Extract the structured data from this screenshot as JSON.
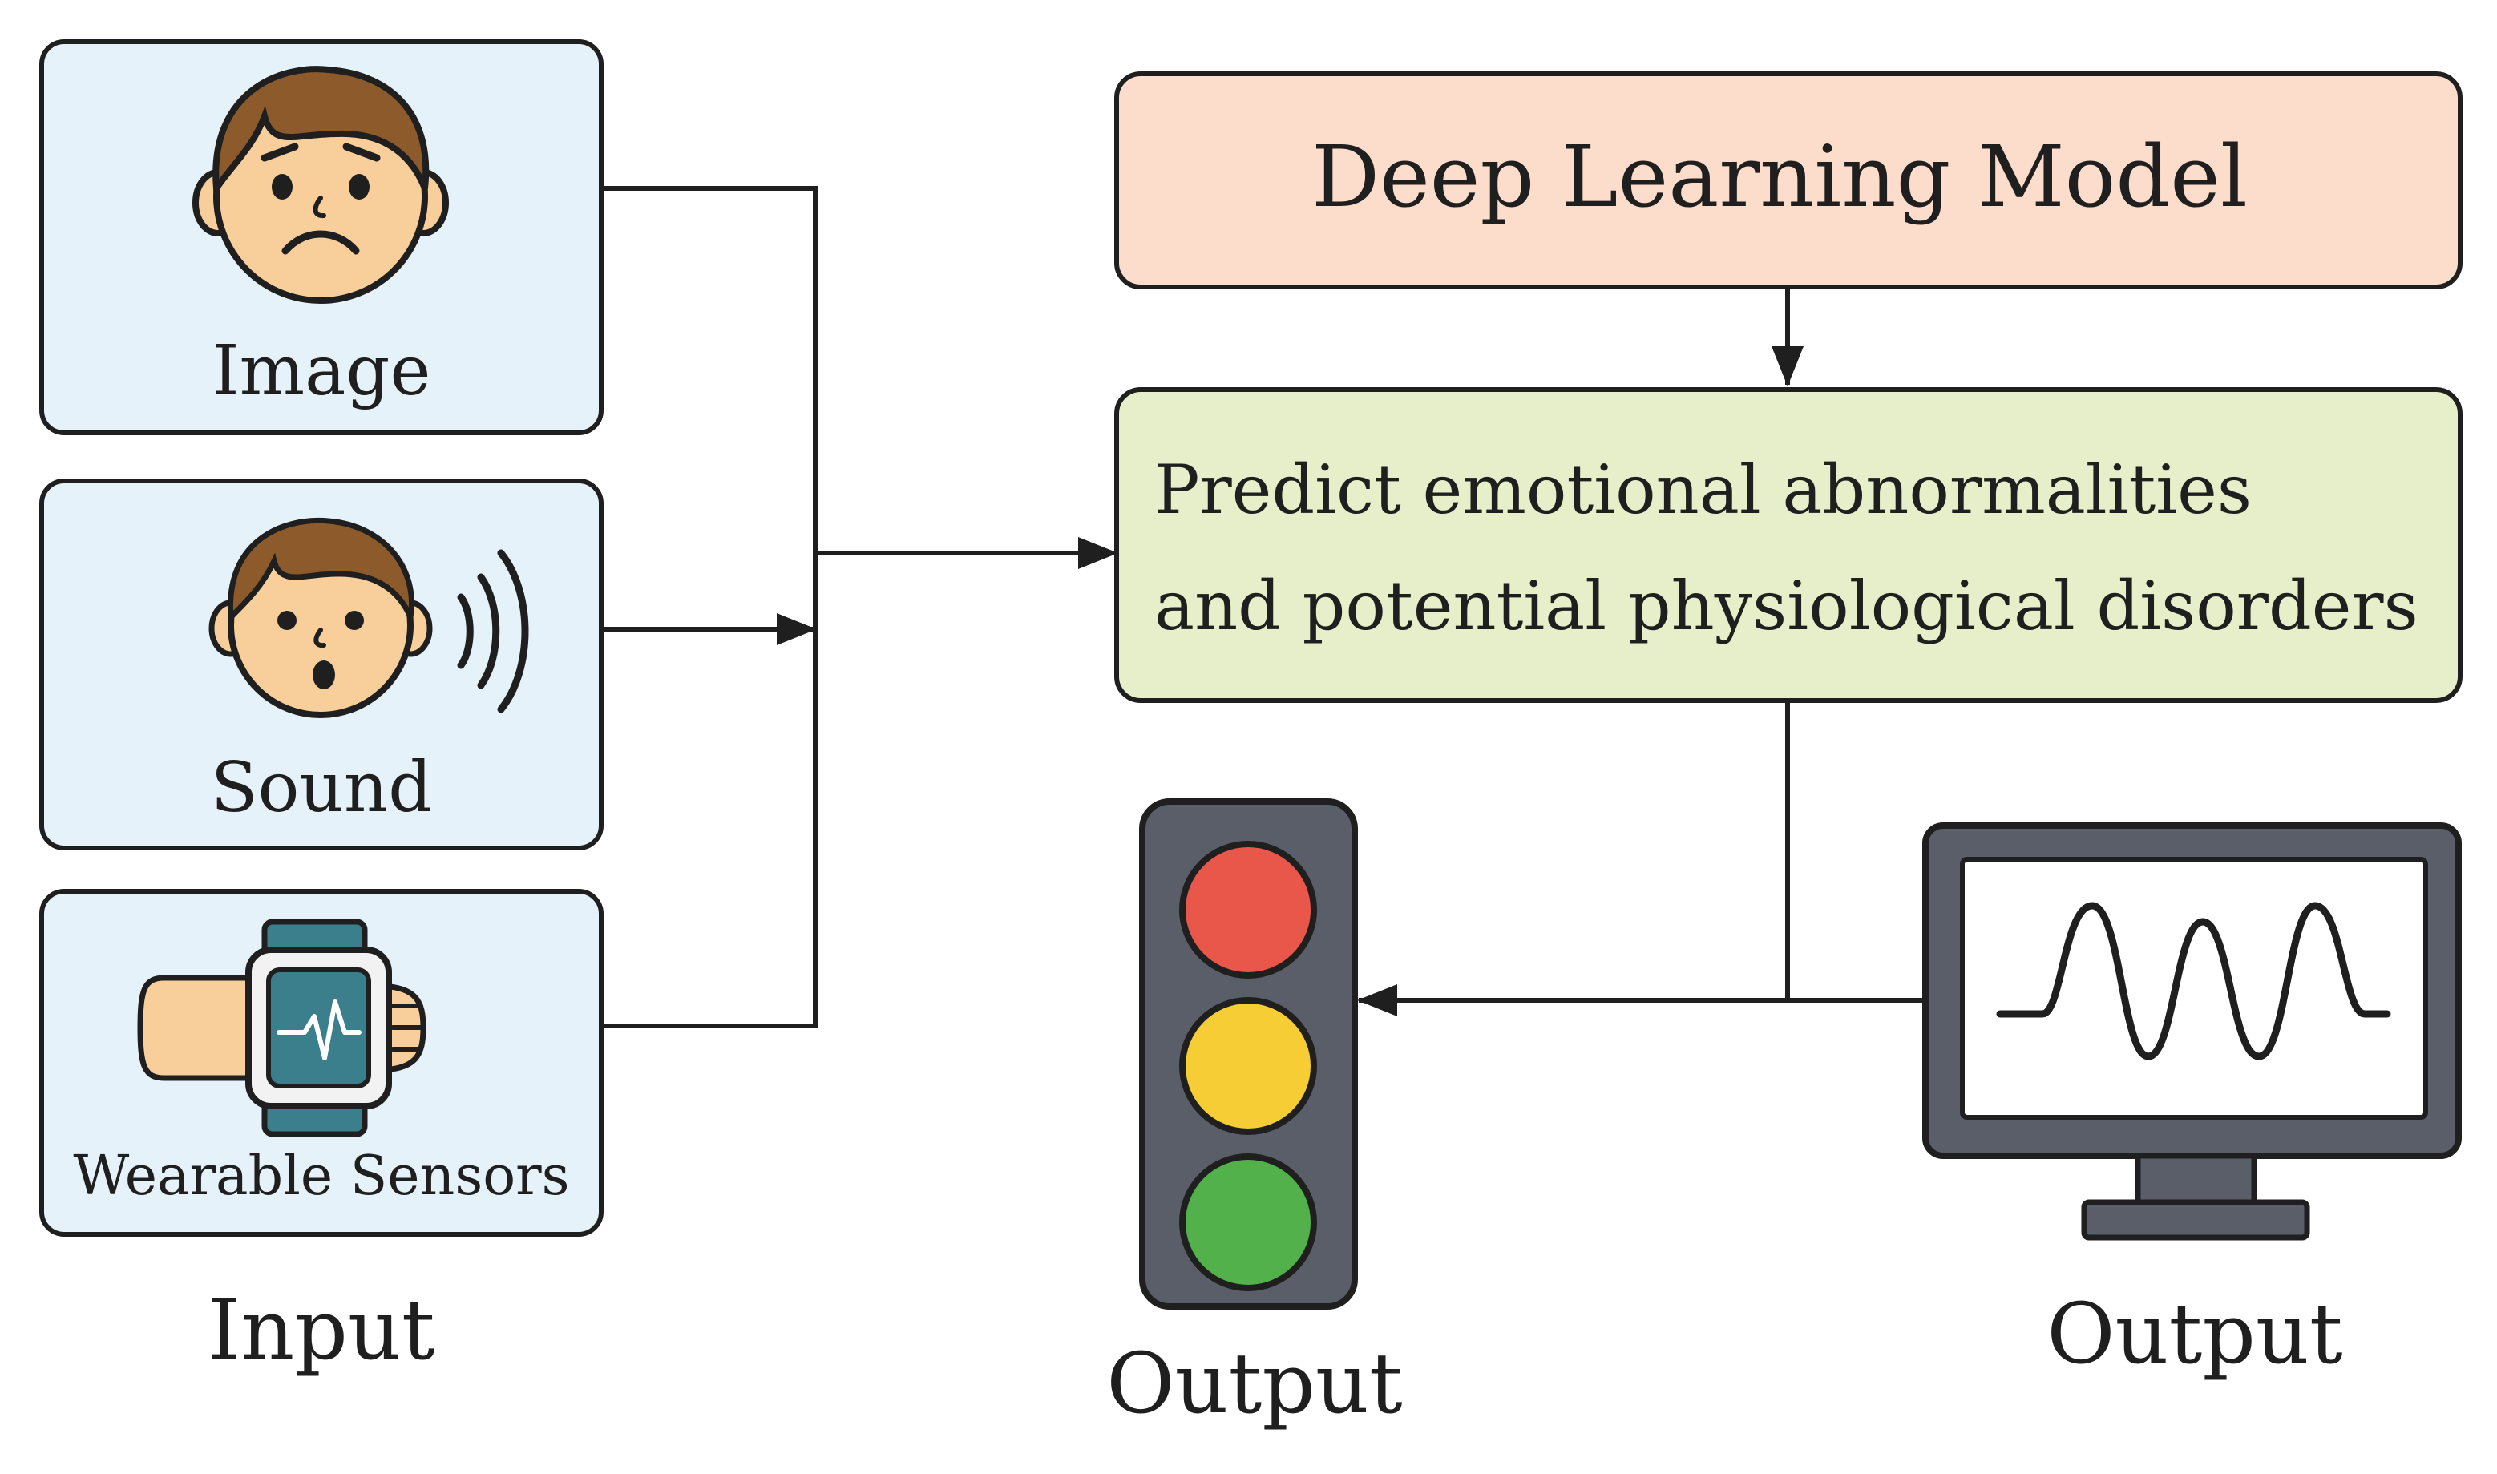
{
  "colors": {
    "input_box_fill": "#e6f2fa",
    "model_box_fill": "#fcdccb",
    "predict_box_fill": "#e6efc9",
    "stroke": "#1f1f1f",
    "skin": "#f8cf9a",
    "hair": "#8c5a2b",
    "light_red": "#e8574a",
    "light_yellow": "#f6cd35",
    "light_green": "#52b14b",
    "traffic_body": "#5a5e69",
    "monitor_body": "#5a5e69",
    "watch_screen": "#3c7f8c"
  },
  "inputs": {
    "image_label": "Image",
    "sound_label": "Sound",
    "sensors_label": "Wearable Sensors",
    "caption": "Input"
  },
  "model": {
    "label": "Deep Learning Model"
  },
  "prediction": {
    "line1": "Predict emotional abnormalities",
    "line2": "and potential physiological disorders"
  },
  "outputs": {
    "traffic_light_caption": "Output",
    "monitor_caption": "Output"
  },
  "icons": {
    "image": "sad-face-icon",
    "sound": "surprised-face-with-sound-waves-icon",
    "sensors": "wrist-smartwatch-icon",
    "traffic_light": "traffic-light-icon",
    "monitor": "monitor-waveform-icon"
  }
}
